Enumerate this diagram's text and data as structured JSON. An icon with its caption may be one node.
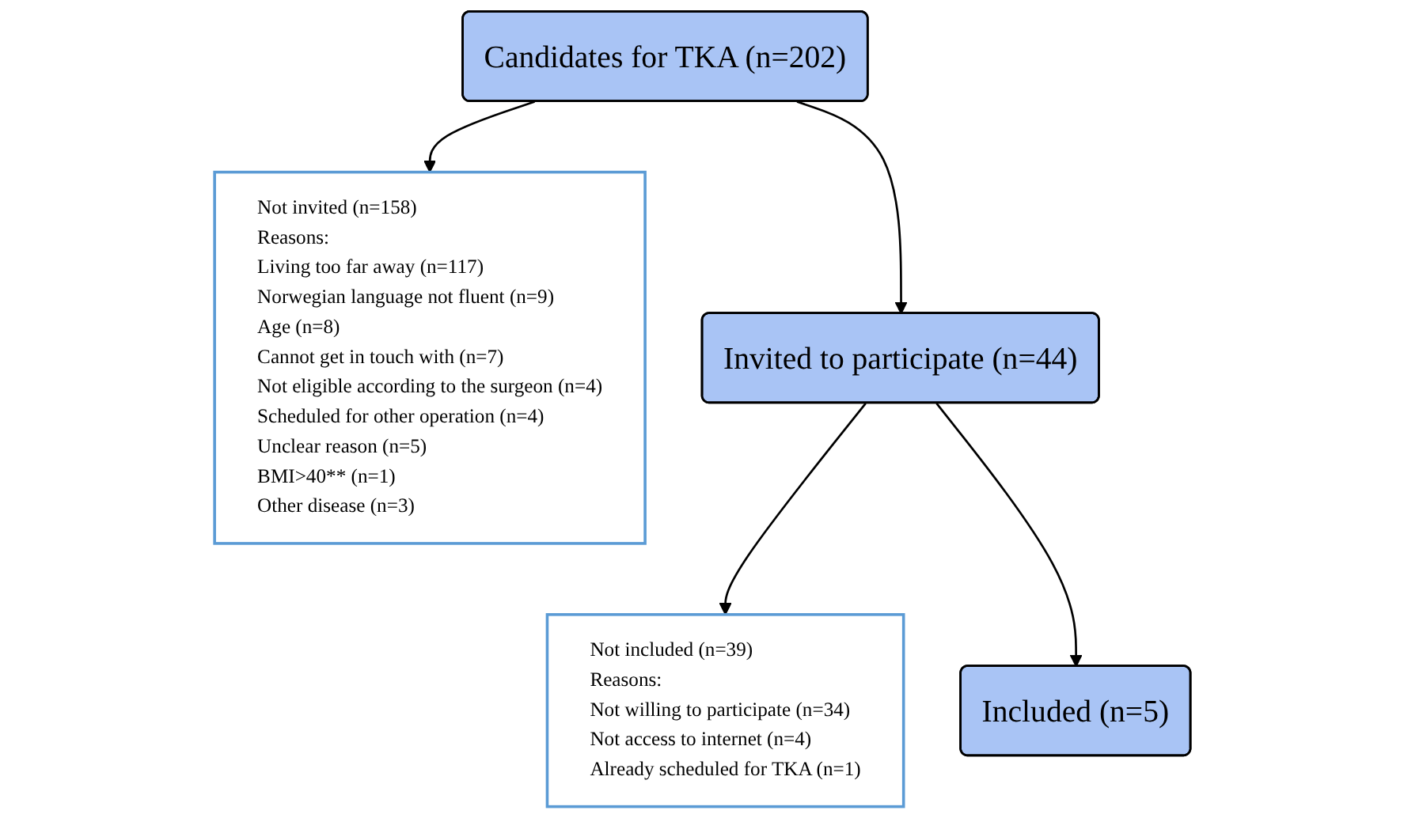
{
  "diagram": {
    "nodes": [
      {
        "text": [
          "Candidates for TKA (n=202)"
        ]
      },
      {
        "text": [
          "Not invited (n=158)",
          "Reasons:",
          "Living too far away (n=117)",
          "Norwegian language not fluent (n=9)",
          "Age (n=8)",
          "Cannot get in touch with (n=7)",
          "Not eligible according to the surgeon (n=4)",
          "Scheduled for other operation (n=4)",
          "Unclear reason (n=5)",
          "BMI>40** (n=1)",
          "Other disease (n=3)"
        ]
      },
      {
        "text": [
          "Invited to participate (n=44)"
        ]
      },
      {
        "text": [
          "Not included (n=39)",
          "Reasons:",
          "Not willing to participate (n=34)",
          "Not access to internet (n=4)",
          "Already scheduled for TKA (n=1)"
        ]
      },
      {
        "text": [
          "Included (n=5)"
        ]
      }
    ],
    "edges": [
      {
        "from": 0,
        "to": 1,
        "arrow": "to"
      },
      {
        "from": 0,
        "to": 2,
        "arrow": "to"
      },
      {
        "from": 2,
        "to": 3,
        "arrow": "to"
      },
      {
        "from": 2,
        "to": 4,
        "arrow": "to"
      }
    ]
  }
}
